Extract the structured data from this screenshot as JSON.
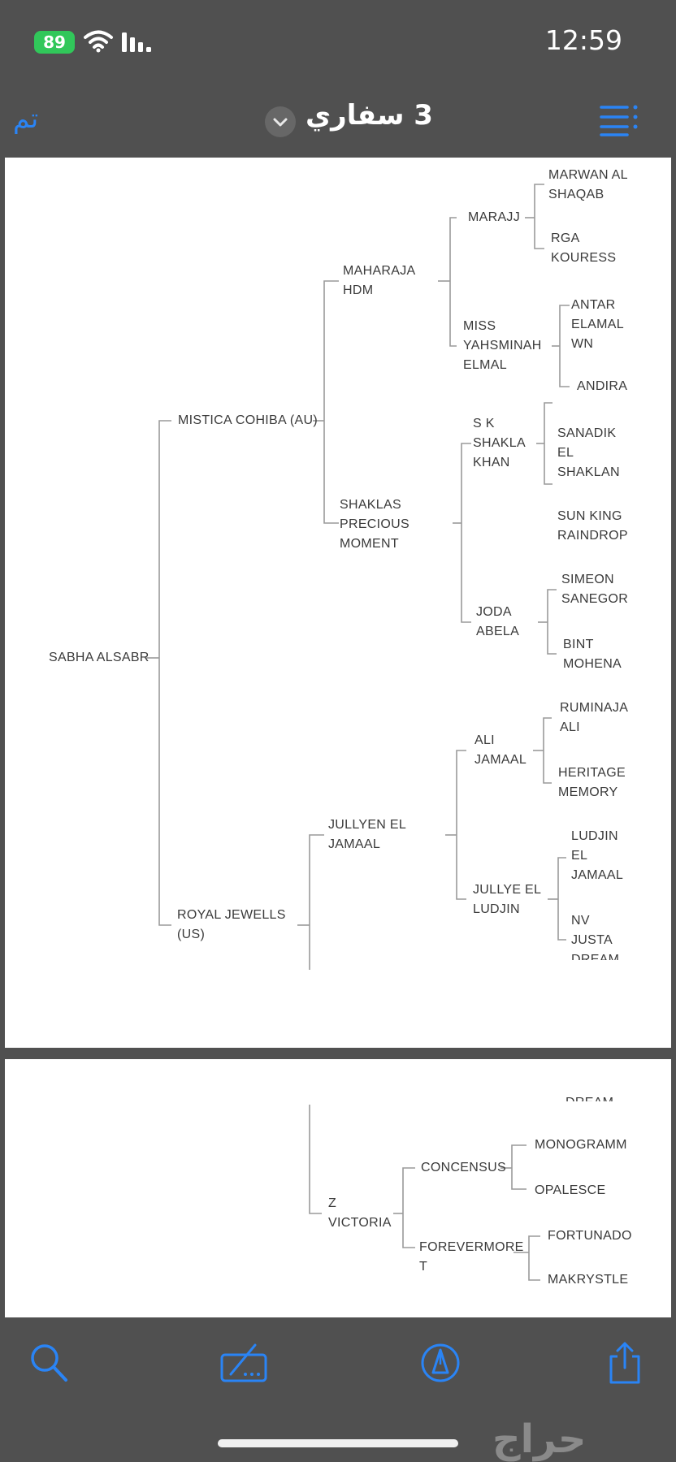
{
  "status": {
    "time": "12:59",
    "battery": "89"
  },
  "nav": {
    "done_label": "تم",
    "title": "3 سفاري"
  },
  "pedigree": {
    "n0": "SABHA ALSABR",
    "n1": "MISTICA COHIBA (AU)",
    "n2": "ROYAL JEWELLS\n(US)",
    "n11": "MAHARAJA\nHDM",
    "n12": "SHAKLAS\nPRECIOUS\nMOMENT",
    "n111": "MARAJJ",
    "n112": "MISS\nYAHSMINAH\nELMAL",
    "n1111": "MARWAN AL\nSHAQAB",
    "n1112": "RGA\nKOURESS",
    "n1121": "ANTAR\nELAMAL\nWN",
    "n1122": "ANDIRA",
    "n121": "S K\nSHAKLA\nKHAN",
    "n122": "JODA\nABELA",
    "n1211": "SANADIK\nEL\nSHAKLAN",
    "n1212": "SUN KING\nRAINDROP",
    "n1221": "SIMEON\nSANEGOR",
    "n1222": "BINT\nMOHENA",
    "n21": "JULLYEN EL\nJAMAAL",
    "n211": "ALI\nJAMAAL",
    "n212": "JULLYE EL\nLUDJIN",
    "n2111": "RUMINAJA\nALI",
    "n2112": "HERITAGE\nMEMORY",
    "n2121": "LUDJIN\nEL\nJAMAAL",
    "n2122": "NV\nJUSTA\nDREAM",
    "n2122_cont": "DREAM",
    "n22": "Z\nVICTORIA",
    "n221": "CONCENSUS",
    "n222": "FOREVERMORE\nT",
    "n2211": "MONOGRAMM",
    "n2212": "OPALESCE",
    "n2221": "FORTUNADO",
    "n2222": "MAKRYSTLE"
  },
  "toolbar": {
    "search_icon": "search-icon",
    "markup_icon": "markup-icon",
    "pen_icon": "pen-tip-icon",
    "share_icon": "share-icon"
  },
  "watermark": "حراج",
  "colors": {
    "accent": "#2a84f5",
    "chrome": "#505050",
    "battery": "#31c75a"
  }
}
